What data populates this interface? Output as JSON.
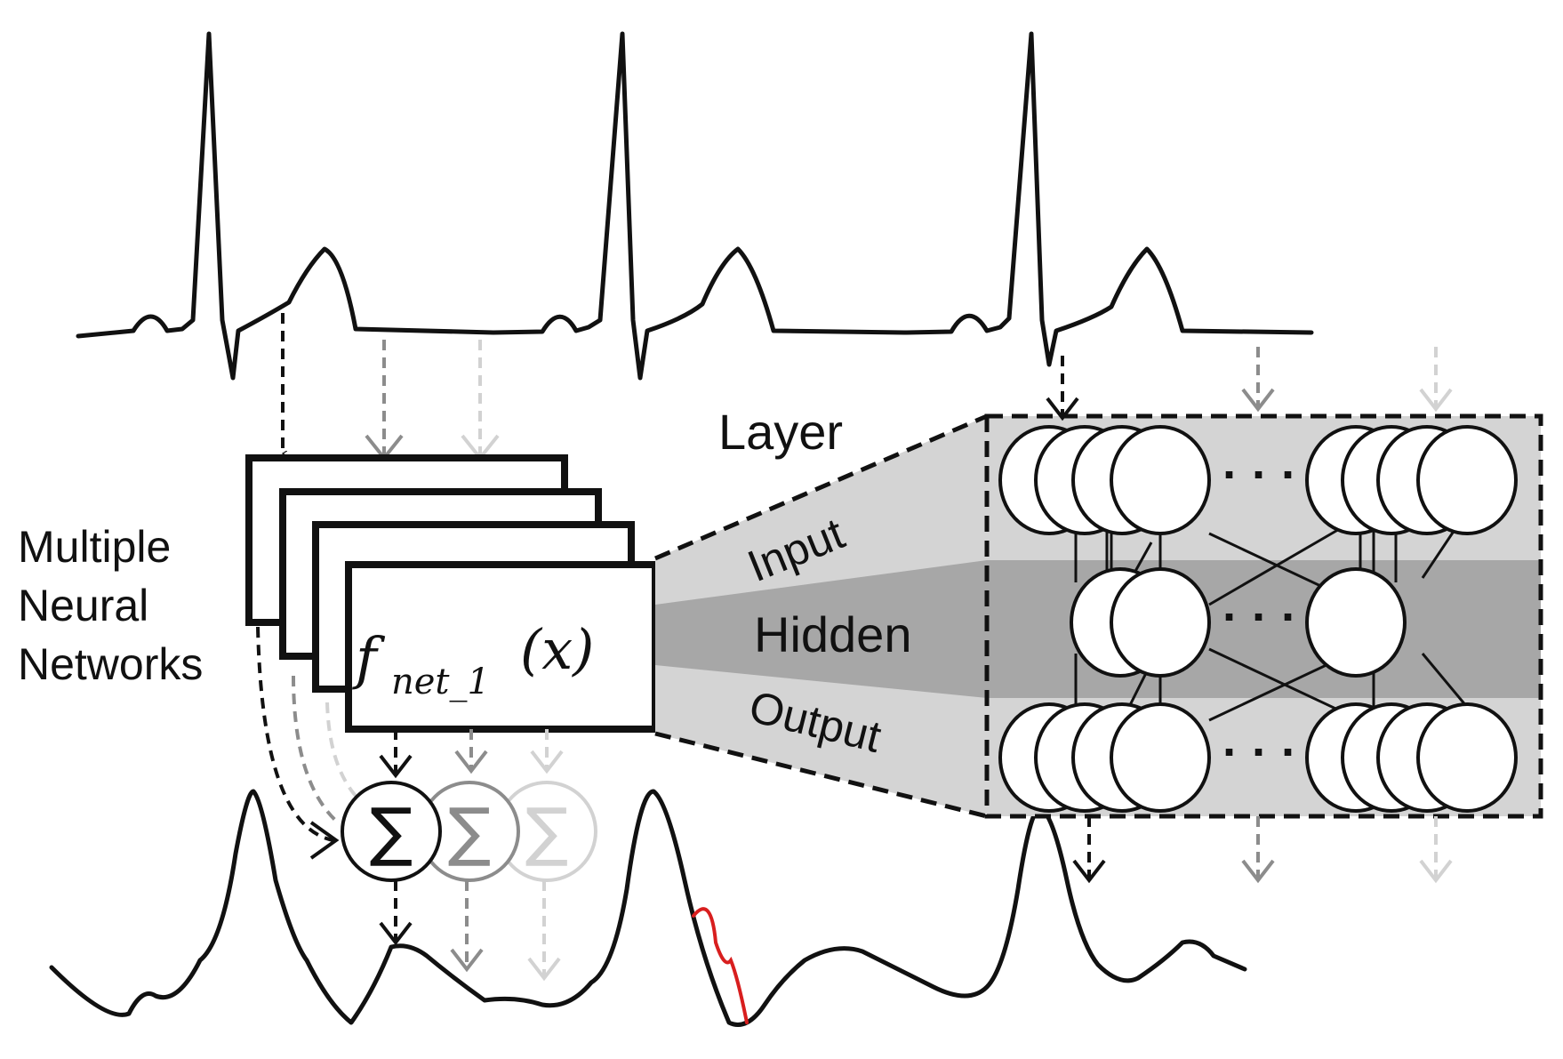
{
  "labels": {
    "multiple_line1": "Multiple",
    "multiple_line2": "Neural",
    "multiple_line3": "Networks",
    "layer": "Layer",
    "input": "Input",
    "hidden": "Hidden",
    "output": "Output"
  },
  "formula": {
    "f": "f",
    "subscript": "net_1",
    "arg": "(x)"
  },
  "sum_symbol": "∑",
  "ellipsis": "· · ·",
  "colors": {
    "stroke": "#111111",
    "gray": "#8c8c8c",
    "light_gray": "#d2d2d2",
    "band_light": "#d4d4d4",
    "band_dark": "#a7a7a7",
    "highlight": "#d81e1e"
  }
}
